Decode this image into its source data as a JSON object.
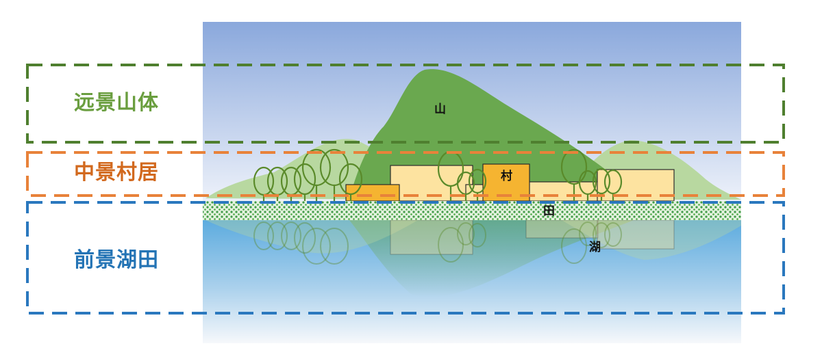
{
  "zones": [
    {
      "id": "far",
      "label": "远景山体",
      "color": "#6a9e3f",
      "frame_color": "#4f7f2f"
    },
    {
      "id": "mid",
      "label": "中景村居",
      "color": "#d2691e",
      "frame_color": "#e8823a"
    },
    {
      "id": "fore",
      "label": "前景湖田",
      "color": "#2474b5",
      "frame_color": "#2a78be"
    }
  ],
  "markers": {
    "mountain": "山",
    "village": "村",
    "field": "田",
    "lake": "湖"
  },
  "colors": {
    "sky_top": "#8aa8dc",
    "sky_bottom": "#f4f6fb",
    "mountain": "#6aa84f",
    "hill_light": "#b8d8a0",
    "house_light": "#fde3a0",
    "house_orange": "#f5b431",
    "tree_stroke": "#5a8a2a",
    "field_dots": "#3f9a46",
    "lake": "#6fb3e0"
  }
}
